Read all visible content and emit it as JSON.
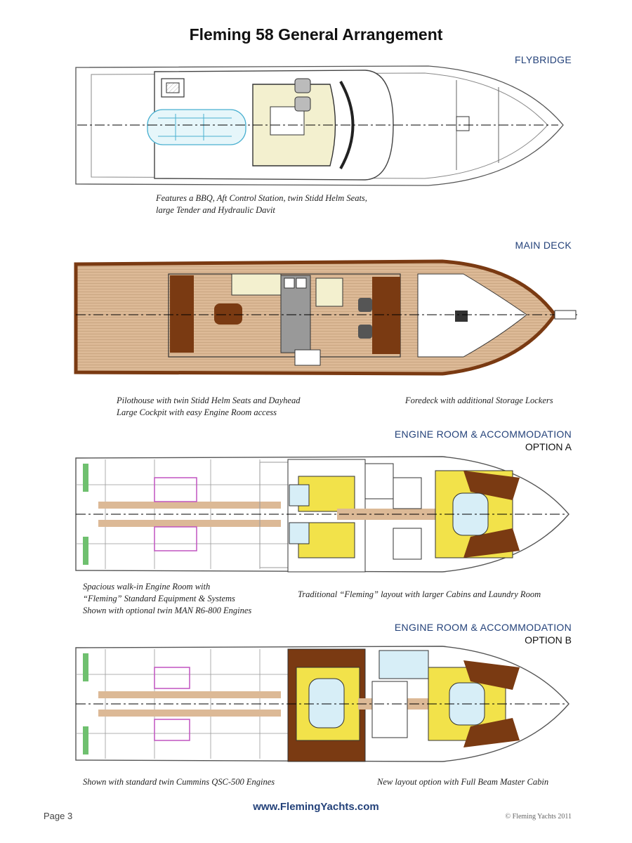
{
  "title": "Fleming 58 General Arrangement",
  "sections": {
    "flybridge": {
      "label": "FLYBRIDGE",
      "caption": [
        "Features a BBQ, Aft Control Station, twin Stidd Helm Seats,",
        "large Tender and Hydraulic Davit"
      ]
    },
    "main_deck": {
      "label": "MAIN DECK",
      "caption_left": [
        "Pilothouse with twin Stidd Helm Seats and Dayhead",
        "Large Cockpit with easy Engine Room access"
      ],
      "caption_right": [
        "Foredeck with additional Storage Lockers"
      ]
    },
    "option_a": {
      "label": "ENGINE ROOM & ACCOMMODATION",
      "sublabel": "OPTION A",
      "caption_left": [
        "Spacious walk-in Engine Room with",
        "“Fleming” Standard Equipment & Systems",
        "Shown with optional twin MAN R6-800 Engines"
      ],
      "caption_right": [
        "Traditional “Fleming” layout with larger Cabins and Laundry Room"
      ]
    },
    "option_b": {
      "label": "ENGINE ROOM & ACCOMMODATION",
      "sublabel": "OPTION B",
      "caption_left": [
        "Shown with standard twin Cummins QSC-500 Engines"
      ],
      "caption_right": [
        "New layout option with Full Beam Master Cabin"
      ]
    }
  },
  "footer": {
    "page": "Page 3",
    "url": "www.FlemingYachts.com",
    "copyright": "© Fleming Yachts 2011"
  },
  "colors": {
    "label_blue": "#24427a",
    "teak": "#d9b48f",
    "mahogany": "#7a3a12",
    "cream": "#f3f0cf",
    "yellow": "#f2e24a",
    "ice_blue": "#d7eef7",
    "magenta": "#c054c0",
    "green": "#6fc06f"
  }
}
